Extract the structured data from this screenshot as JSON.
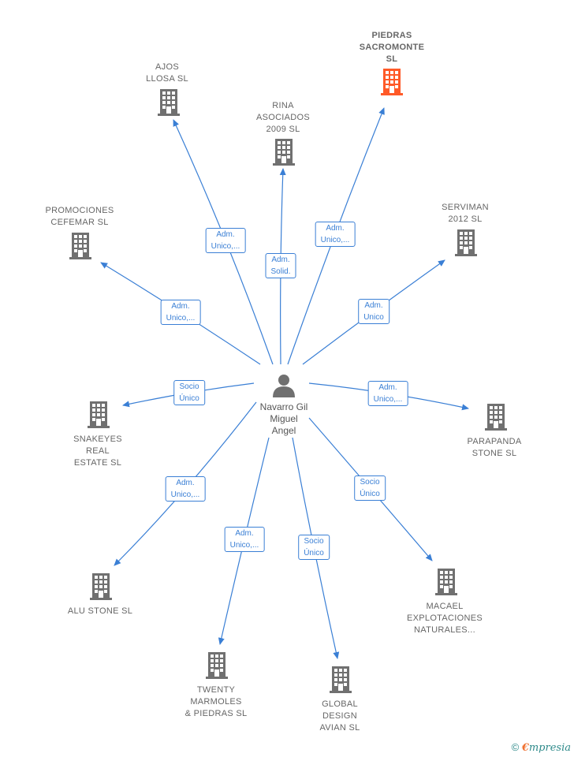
{
  "colors": {
    "edge": "#3a7fd5",
    "building": "#707070",
    "building_highlight": "#ff5a28",
    "person": "#707070"
  },
  "center": {
    "name": "Navarro Gil\nMiguel\nAngel",
    "icon": "person-icon"
  },
  "companies": [
    {
      "id": "piedras-sacromonte",
      "name": "PIEDRAS\nSACROMONTE\nSL",
      "highlight": true,
      "relation": "Adm.\nUnico,...",
      "direction": "out"
    },
    {
      "id": "ajos-llosa",
      "name": "AJOS\nLLOSA  SL",
      "highlight": false,
      "relation": "Adm.\nUnico,...",
      "direction": "out"
    },
    {
      "id": "rina-asociados",
      "name": "RINA\nASOCIADOS\n2009 SL",
      "highlight": false,
      "relation": "Adm.\nSolid.",
      "direction": "out"
    },
    {
      "id": "promociones-cefemar",
      "name": "PROMOCIONES\nCEFEMAR SL",
      "highlight": false,
      "relation": "Adm.\nUnico,...",
      "direction": "out"
    },
    {
      "id": "serviman",
      "name": "SERVIMAN\n2012 SL",
      "highlight": false,
      "relation": "Adm.\nUnico",
      "direction": "out"
    },
    {
      "id": "snakeyes",
      "name": "SNAKEYES\nREAL\nESTATE  SL",
      "highlight": false,
      "relation": "Socio\nÚnico",
      "direction": "out"
    },
    {
      "id": "parapanda",
      "name": "PARAPANDA\nSTONE  SL",
      "highlight": false,
      "relation": "Adm.\nUnico,...",
      "direction": "out"
    },
    {
      "id": "alu-stone",
      "name": "ALU STONE  SL",
      "highlight": false,
      "relation": "Adm.\nUnico,...",
      "direction": "out"
    },
    {
      "id": "macael",
      "name": "MACAEL\nEXPLOTACIONES\nNATURALES...",
      "highlight": false,
      "relation": "Socio\nÚnico",
      "direction": "out"
    },
    {
      "id": "twenty-marmoles",
      "name": "TWENTY\nMARMOLES\n& PIEDRAS  SL",
      "highlight": false,
      "relation": "Adm.\nUnico,...",
      "direction": "out"
    },
    {
      "id": "global-design",
      "name": "GLOBAL\nDESIGN\nAVIAN  SL",
      "highlight": false,
      "relation": "Socio\nÚnico",
      "direction": "out"
    }
  ],
  "footer": {
    "copyright": "©",
    "brand_first": "€",
    "brand_rest": "mpresia"
  }
}
